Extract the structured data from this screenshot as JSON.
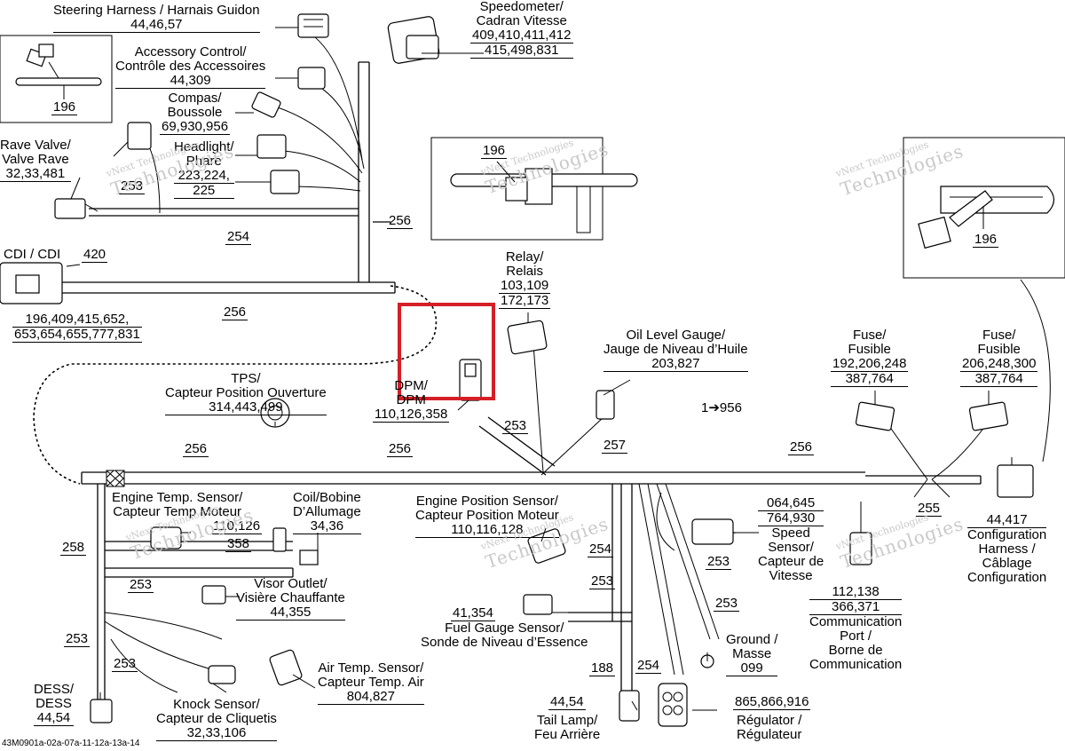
{
  "labels": {
    "steering": {
      "l1": "Steering Harness / Harnais Guidon",
      "pages": "44,46,57"
    },
    "speedometer": {
      "l1": "Speedometer/",
      "l2": "Cadran Vitesse",
      "p1": "409,410,411,412",
      "p2": "415,498,831"
    },
    "accessory": {
      "l1": "Accessory Control/",
      "l2": "Contrôle des Accessoires",
      "pages": "44,309"
    },
    "compass": {
      "l1": "Compas/",
      "l2": "Boussole",
      "pages": "69,930,956"
    },
    "rave": {
      "l1": "Rave Valve/",
      "l2": "Valve Rave",
      "pages": "32,33,481"
    },
    "headlight": {
      "l1": "Headlight/",
      "l2": "Phare",
      "p1": "223,224,",
      "p2": "225"
    },
    "cdi": {
      "l1": "CDI / CDI",
      "num": "420",
      "p1": "196,409,415,652,",
      "p2": "653,654,655,777,831"
    },
    "relay": {
      "l1": "Relay/",
      "l2": "Relais",
      "p1": "103,109",
      "p2": "172,173"
    },
    "oil": {
      "l1": "Oil Level Gauge/",
      "l2": "Jauge de Niveau d’Huile",
      "pages": "203,827"
    },
    "fuse1": {
      "l1": "Fuse/",
      "l2": "Fusible",
      "p1": "192,206,248",
      "p2": "387,764"
    },
    "fuse2": {
      "l1": "Fuse/",
      "l2": "Fusible",
      "p1": "206,248,300",
      "p2": "387,764"
    },
    "tps": {
      "l1": "TPS/",
      "l2": "Capteur Position Ouverture",
      "pages": "314,443,499"
    },
    "dpm": {
      "l1": "DPM/",
      "l2": "DPM",
      "pages": "110,126,358"
    },
    "arrow": "1➔956",
    "engtemp": {
      "l1": "Engine Temp. Sensor/",
      "l2": "Capteur Temp Moteur",
      "p1": "110,126",
      "p2": "358"
    },
    "coil": {
      "l1": "Coil/Bobine",
      "l2": "D’Allumage",
      "pages": "34,36"
    },
    "engpos": {
      "l1": "Engine Position Sensor/",
      "l2": "Capteur Position Moteur",
      "pages": "110,116,128"
    },
    "speed": {
      "p1": "064,645",
      "p2": "764,930",
      "l1": "Speed",
      "l2": "Sensor/",
      "l3": "Capteur de",
      "l4": "Vitesse"
    },
    "config": {
      "pages": "44,417",
      "l1": "Configuration",
      "l2": "Harness /",
      "l3": "Câblage",
      "l4": "Configuration"
    },
    "comm": {
      "p1": "112,138",
      "p2": "366,371",
      "l1": "Communication",
      "l2": "Port /",
      "l3": "Borne de",
      "l4": "Communication"
    },
    "visor": {
      "l1": "Visor Outlet/",
      "l2": "Visière Chauffante",
      "pages": "44,355"
    },
    "fuelgauge": {
      "pages": "41,354",
      "l1": "Fuel Gauge Sensor/",
      "l2": "Sonde de Niveau d’Essence"
    },
    "ground": {
      "l1": "Ground /",
      "l2": "Masse",
      "pages": "099"
    },
    "airtemp": {
      "l1": "Air Temp. Sensor/",
      "l2": "Capteur Temp. Air",
      "pages": "804,827"
    },
    "dess": {
      "l1": "DESS/",
      "l2": "DESS",
      "pages": "44,54"
    },
    "knock": {
      "l1": "Knock Sensor/",
      "l2": "Capteur de Cliquetis",
      "pages": "32,33,106"
    },
    "taillamp": {
      "pages": "44,54",
      "l1": "Tail Lamp/",
      "l2": "Feu Arrière"
    },
    "regulator": {
      "pages": "865,866,916",
      "l1": "Régulator /",
      "l2": "Régulateur"
    }
  },
  "wire_numbers": {
    "w196a": "196",
    "w196b": "196",
    "w196c": "196",
    "w253a": "253",
    "w254a": "254",
    "w256a": "256",
    "w256b": "256",
    "w253b": "253",
    "w256c": "256",
    "w256d": "256",
    "w257": "257",
    "w256e": "256",
    "w255": "255",
    "w258": "258",
    "w253c": "253",
    "w254b": "254",
    "w253d": "253",
    "w253e": "253",
    "w253f": "253",
    "w253g": "253",
    "w188": "188",
    "w254c": "254"
  },
  "watermark": {
    "small": "vNext Technologies",
    "big": "Technologies",
    "big2": "vNext"
  },
  "figure_code": "43M0901a-02a-07a-11-12a-13a-14"
}
